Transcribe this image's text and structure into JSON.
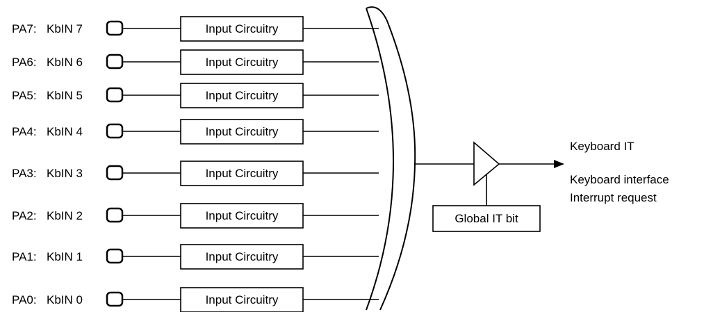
{
  "inputs": [
    {
      "pin": "PA7:",
      "kbin": "KbIN 7",
      "block": "Input Circuitry"
    },
    {
      "pin": "PA6:",
      "kbin": "KbIN 6",
      "block": "Input Circuitry"
    },
    {
      "pin": "PA5:",
      "kbin": "KbIN 5",
      "block": "Input Circuitry"
    },
    {
      "pin": "PA4:",
      "kbin": "KbIN 4",
      "block": "Input Circuitry"
    },
    {
      "pin": "PA3:",
      "kbin": "KbIN 3",
      "block": "Input Circuitry"
    },
    {
      "pin": "PA2:",
      "kbin": "KbIN 2",
      "block": "Input Circuitry"
    },
    {
      "pin": "PA1:",
      "kbin": "KbIN 1",
      "block": "Input Circuitry"
    },
    {
      "pin": "PA0:",
      "kbin": "KbIN 0",
      "block": "Input Circuitry"
    }
  ],
  "global_bit": "Global IT bit",
  "output": {
    "label": "Keyboard IT",
    "description_line1": "Keyboard interface",
    "description_line2": "Interrupt request"
  },
  "colors": {
    "line": "#000000",
    "background": "#ffffff"
  }
}
